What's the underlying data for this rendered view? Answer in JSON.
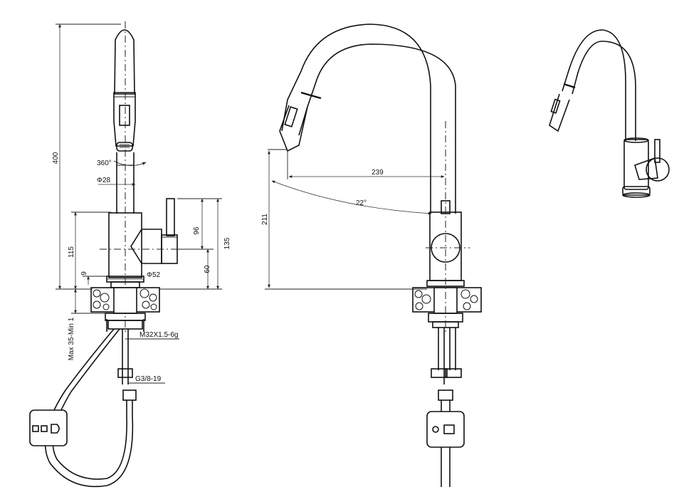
{
  "dimensions": {
    "overall_height": "400",
    "rotation": "360°",
    "spout_diameter": "Φ28",
    "body_height": "115",
    "lever_offset": "9",
    "body_diameter": "Φ52",
    "handle_height": "96",
    "handle_total": "135",
    "handle_base": "60",
    "deck_thickness": "Max 35-Min 1",
    "shank_thread": "M32X1.5-6g",
    "hose_thread": "G3/8-19",
    "spout_height": "211",
    "spout_reach": "239",
    "pull_angle": "22°"
  },
  "colors": {
    "line": "#111111",
    "background": "#ffffff"
  }
}
